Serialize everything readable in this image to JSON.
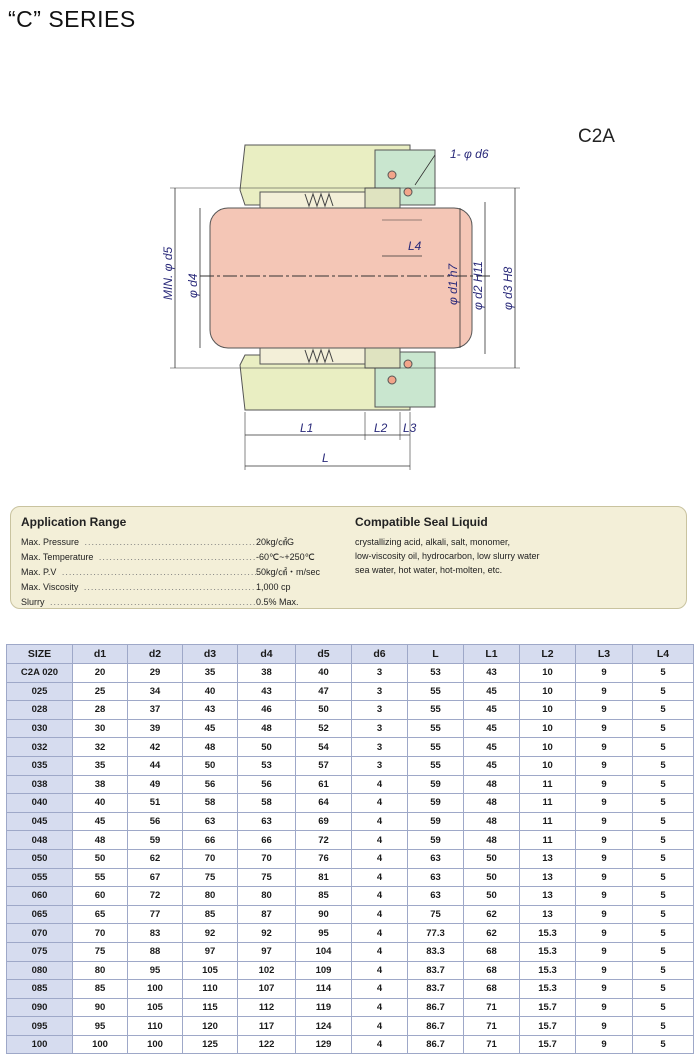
{
  "header": {
    "series_title": "“C” SERIES",
    "model": "C2A"
  },
  "drawing_labels": {
    "d6": "1- φ d6",
    "d5": "MIN. φ d5",
    "d4": "φ d4",
    "d1": "φ d1 h7",
    "d2": "φ d2 H11",
    "d3": "φ d3 H8",
    "L4": "L4",
    "L1": "L1",
    "L2": "L2",
    "L3": "L3",
    "L": "L"
  },
  "application": {
    "title": "Application Range",
    "rows": [
      {
        "label": "Max. Pressure",
        "value": "20kg/㎠G"
      },
      {
        "label": "Max. Temperature",
        "value": "-60℃~+250℃"
      },
      {
        "label": "Max. P.V",
        "value": "50kg/㎠・m/sec"
      },
      {
        "label": "Max. Viscosity",
        "value": "1,000 cp"
      },
      {
        "label": "Slurry",
        "value": "0.5% Max."
      }
    ]
  },
  "compatible": {
    "title": "Compatible Seal Liquid",
    "lines": [
      "crystallizing acid, alkali, salt, monomer,",
      "low-viscosity oil, hydrocarbon, low slurry water",
      "sea water, hot water, hot-molten, etc."
    ]
  },
  "table": {
    "headers": [
      "SIZE",
      "d1",
      "d2",
      "d3",
      "d4",
      "d5",
      "d6",
      "L",
      "L1",
      "L2",
      "L3",
      "L4"
    ],
    "rows": [
      [
        "C2A 020",
        "20",
        "29",
        "35",
        "38",
        "40",
        "3",
        "53",
        "43",
        "10",
        "9",
        "5"
      ],
      [
        "025",
        "25",
        "34",
        "40",
        "43",
        "47",
        "3",
        "55",
        "45",
        "10",
        "9",
        "5"
      ],
      [
        "028",
        "28",
        "37",
        "43",
        "46",
        "50",
        "3",
        "55",
        "45",
        "10",
        "9",
        "5"
      ],
      [
        "030",
        "30",
        "39",
        "45",
        "48",
        "52",
        "3",
        "55",
        "45",
        "10",
        "9",
        "5"
      ],
      [
        "032",
        "32",
        "42",
        "48",
        "50",
        "54",
        "3",
        "55",
        "45",
        "10",
        "9",
        "5"
      ],
      [
        "035",
        "35",
        "44",
        "50",
        "53",
        "57",
        "3",
        "55",
        "45",
        "10",
        "9",
        "5"
      ],
      [
        "038",
        "38",
        "49",
        "56",
        "56",
        "61",
        "4",
        "59",
        "48",
        "11",
        "9",
        "5"
      ],
      [
        "040",
        "40",
        "51",
        "58",
        "58",
        "64",
        "4",
        "59",
        "48",
        "11",
        "9",
        "5"
      ],
      [
        "045",
        "45",
        "56",
        "63",
        "63",
        "69",
        "4",
        "59",
        "48",
        "11",
        "9",
        "5"
      ],
      [
        "048",
        "48",
        "59",
        "66",
        "66",
        "72",
        "4",
        "59",
        "48",
        "11",
        "9",
        "5"
      ],
      [
        "050",
        "50",
        "62",
        "70",
        "70",
        "76",
        "4",
        "63",
        "50",
        "13",
        "9",
        "5"
      ],
      [
        "055",
        "55",
        "67",
        "75",
        "75",
        "81",
        "4",
        "63",
        "50",
        "13",
        "9",
        "5"
      ],
      [
        "060",
        "60",
        "72",
        "80",
        "80",
        "85",
        "4",
        "63",
        "50",
        "13",
        "9",
        "5"
      ],
      [
        "065",
        "65",
        "77",
        "85",
        "87",
        "90",
        "4",
        "75",
        "62",
        "13",
        "9",
        "5"
      ],
      [
        "070",
        "70",
        "83",
        "92",
        "92",
        "95",
        "4",
        "77.3",
        "62",
        "15.3",
        "9",
        "5"
      ],
      [
        "075",
        "75",
        "88",
        "97",
        "97",
        "104",
        "4",
        "83.3",
        "68",
        "15.3",
        "9",
        "5"
      ],
      [
        "080",
        "80",
        "95",
        "105",
        "102",
        "109",
        "4",
        "83.7",
        "68",
        "15.3",
        "9",
        "5"
      ],
      [
        "085",
        "85",
        "100",
        "110",
        "107",
        "114",
        "4",
        "83.7",
        "68",
        "15.3",
        "9",
        "5"
      ],
      [
        "090",
        "90",
        "105",
        "115",
        "112",
        "119",
        "4",
        "86.7",
        "71",
        "15.7",
        "9",
        "5"
      ],
      [
        "095",
        "95",
        "110",
        "120",
        "117",
        "124",
        "4",
        "86.7",
        "71",
        "15.7",
        "9",
        "5"
      ],
      [
        "100",
        "100",
        "100",
        "125",
        "122",
        "129",
        "4",
        "86.7",
        "71",
        "15.7",
        "9",
        "5"
      ]
    ]
  }
}
